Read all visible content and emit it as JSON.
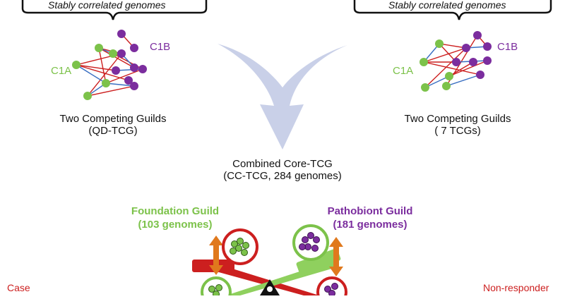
{
  "left_panel": {
    "bracket_label": "Stably correlated genomes",
    "node_label_a": "C1A",
    "node_label_b": "C1B",
    "caption_line1": "Two Competing Guilds",
    "caption_line2": "(QD-TCG)"
  },
  "right_panel": {
    "bracket_label": "Stably correlated genomes",
    "node_label_a": "C1A",
    "node_label_b": "C1B",
    "caption_line1": "Two Competing Guilds",
    "caption_line2": "( 7 TCGs)"
  },
  "center": {
    "combined_line1": "Combined Core-TCG",
    "combined_line2": "(CC-TCG, 284 genomes)"
  },
  "guilds": {
    "foundation_name": "Foundation Guild",
    "foundation_count": "(103 genomes)",
    "pathobiont_name": "Pathobiont  Guild",
    "pathobiont_count": "(181 genomes)"
  },
  "bottom": {
    "left_label": "Case",
    "right_label": "Non-responder"
  },
  "colors": {
    "green": "#7cc24a",
    "purple": "#7b2d9e",
    "red": "#cc1f1f",
    "blue": "#3a6fc2",
    "arrow": "#c9d0e8",
    "orange": "#e0791d"
  }
}
